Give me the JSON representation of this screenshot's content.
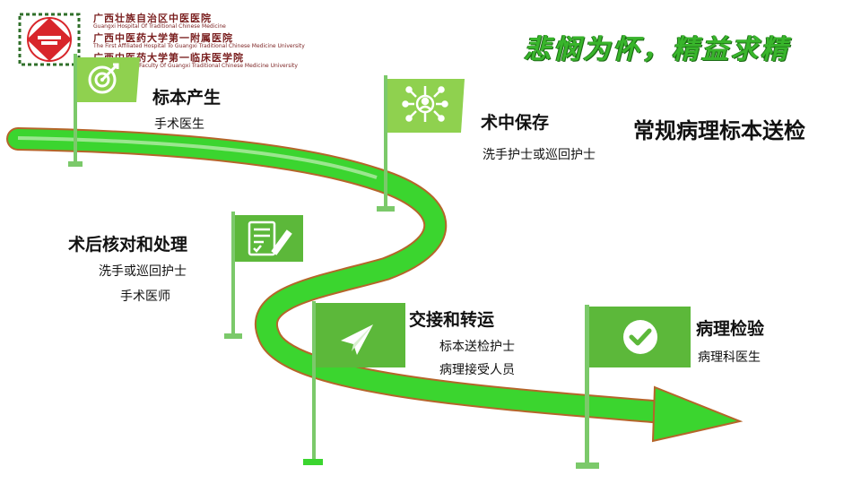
{
  "header": {
    "hospital_lines": [
      "广西壮族自治区中医医院",
      "Guangxi Hospital Of Traditional Chinese Medicine",
      "广西中医药大学第一附属医院",
      "The First Affiliated Hospital To Guangxi Traditional Chinese Medicine University",
      "广西中医药大学第一临床医学院",
      "The First Clinical Faculty Of Guangxi Traditional Chinese Medicine University"
    ],
    "motto": "悲悯为怀，精益求精",
    "title": "常规病理标本送检"
  },
  "colors": {
    "road_green": "#3bd52f",
    "road_edge": "#b5652a",
    "flag_green": "#5cb83a",
    "flag_light": "#8fd14f",
    "pole": "#7bc96a",
    "logo_red": "#d8262b"
  },
  "stages": [
    {
      "title": "标本产生",
      "lines": [
        "手术医生"
      ],
      "icon": "target-icon"
    },
    {
      "title": "术中保存",
      "lines": [
        "洗手护士或巡回护士"
      ],
      "icon": "network-people-icon"
    },
    {
      "title": "术后核对和处理",
      "lines": [
        "洗手或巡回护士",
        "手术医师"
      ],
      "icon": "checklist-pen-icon"
    },
    {
      "title": "交接和转运",
      "lines": [
        "标本送检护士",
        "病理接受人员"
      ],
      "icon": "paper-plane-icon"
    },
    {
      "title": "病理检验",
      "lines": [
        "病理科医生"
      ],
      "icon": "check-circle-icon"
    }
  ]
}
